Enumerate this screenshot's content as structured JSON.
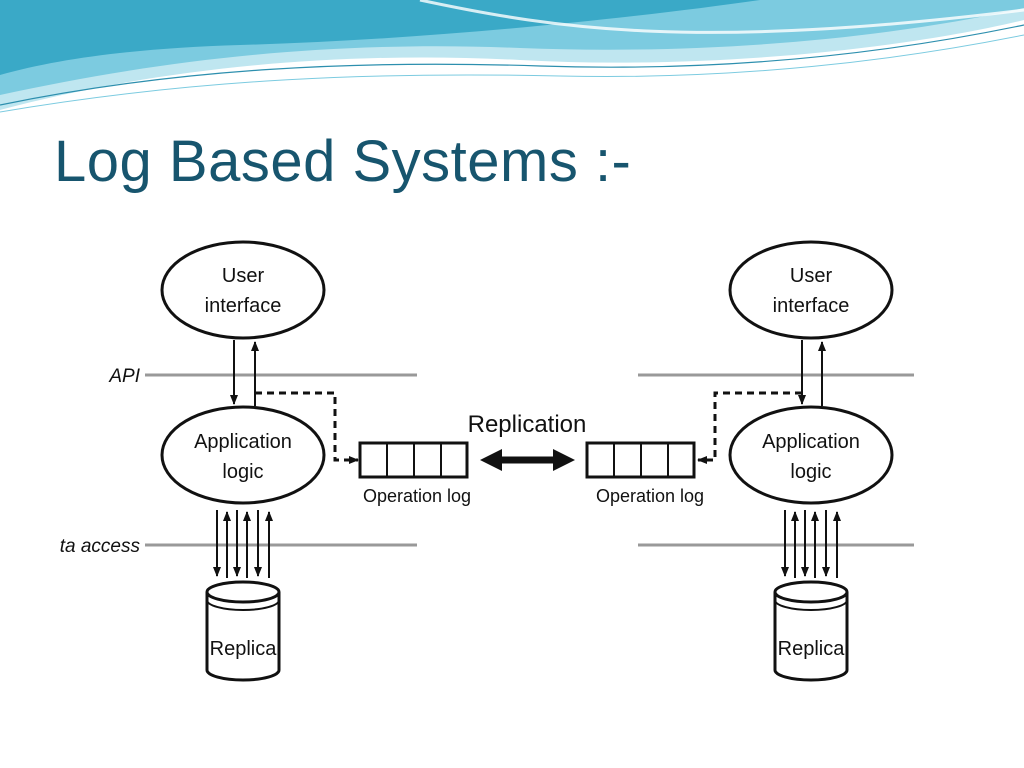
{
  "slide": {
    "title": "Log Based Systems :-"
  },
  "diagram": {
    "layer_labels": {
      "api": "API",
      "data_access": "Data access"
    },
    "replication_label": "Replication",
    "left_site": {
      "user_interface_line1": "User",
      "user_interface_line2": "interface",
      "application_logic_line1": "Application",
      "application_logic_line2": "logic",
      "operation_log_label": "Operation log",
      "replica_label": "Replica"
    },
    "right_site": {
      "user_interface_line1": "User",
      "user_interface_line2": "interface",
      "application_logic_line1": "Application",
      "application_logic_line2": "logic",
      "operation_log_label": "Operation log",
      "replica_label": "Replica"
    }
  },
  "colors": {
    "title": "#17556e",
    "banner_dark": "#3aa9c7",
    "banner_light": "#bfe6f0",
    "layer_line": "#999999",
    "ink": "#111111"
  }
}
